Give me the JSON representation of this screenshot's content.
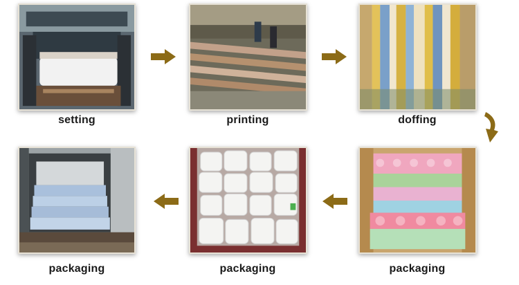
{
  "steps": [
    {
      "label": "setting"
    },
    {
      "label": "printing"
    },
    {
      "label": "doffing"
    },
    {
      "label": "packaging"
    },
    {
      "label": "packaging"
    },
    {
      "label": "packaging"
    }
  ],
  "colors": {
    "arrow": "#8c6b17"
  }
}
